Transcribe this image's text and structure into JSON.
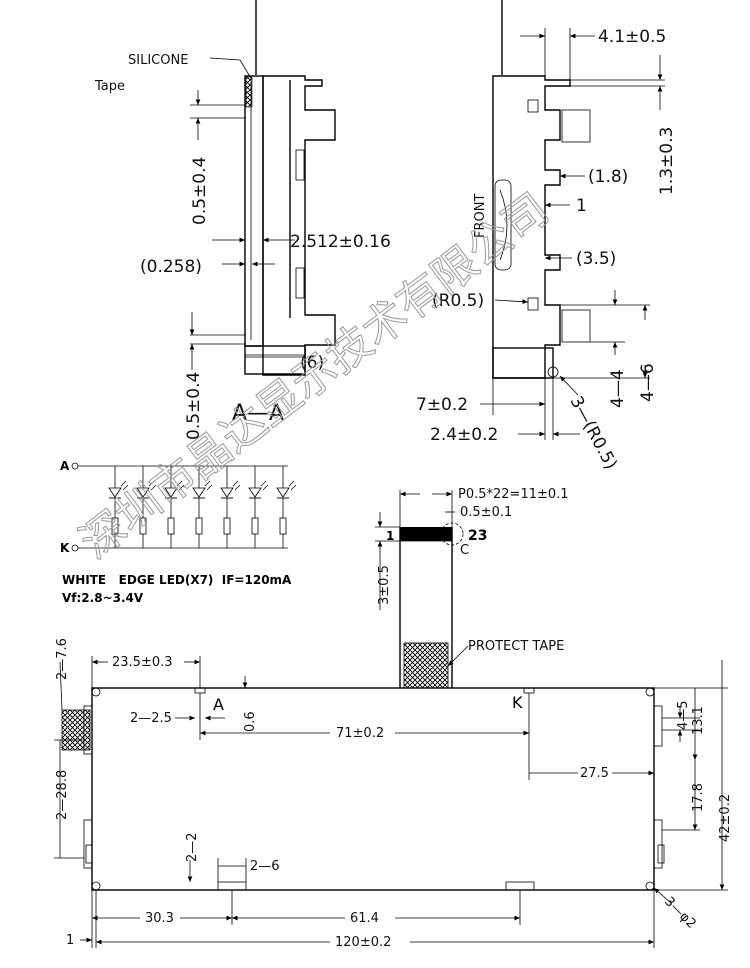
{
  "section_view": {
    "silicone_label": "SILICONE",
    "tape_label": "Tape",
    "dim_thickness": "0.5±0.4",
    "dim_lgp": "2.512±0.16",
    "dim_gap": "(0.258)",
    "dim_6": "(6)",
    "dim_thickness_2": "0.5±0.4",
    "section_label": "A—A"
  },
  "side_view": {
    "dim_top": "4.1±0.5",
    "dim_right": "1.3±0.3",
    "dim_18": "(1.8)",
    "dim_1": "1",
    "front_label": "FRONT",
    "dim_35": "(3.5)",
    "dim_r05": "(R0.5)",
    "dim_44": "4—4",
    "dim_46": "4—6",
    "dim_7": "7±0.2",
    "dim_24": "2.4±0.2",
    "dim_3r05": "3—(R0.5)"
  },
  "circuit": {
    "anode_label": "A",
    "cathode_label": "K",
    "led_count": 7,
    "spec_line1": "WHITE   EDGE LED(X7)  IF=120mA",
    "spec_line2": "Vf:2.8~3.4V"
  },
  "fpc": {
    "pitch": "P0.5*22=11±0.1",
    "pin_width": "0.5±0.1",
    "pin_23": "23",
    "pin_1": "1",
    "detail_c": "C",
    "tail_height": "3±0.5",
    "protect_tape": "PROTECT TAPE"
  },
  "front_view": {
    "dim_2_76": "2—7.6",
    "dim_235": "23.5±0.3",
    "label_a": "A",
    "label_k": "K",
    "dim_2_25": "2—2.5",
    "dim_06": "0.6",
    "dim_71": "71±0.2",
    "dim_275": "27.5",
    "dim_2_288": "2—28.8",
    "dim_45": "4—5",
    "dim_131": "13.1",
    "dim_178": "17.8",
    "dim_42": "42±0.2",
    "dim_2_2": "2—2",
    "dim_2_6": "2—6",
    "dim_303": "30.3",
    "dim_614": "61.4",
    "dim_3_phi2": "3—φ2",
    "dim_1": "1",
    "dim_120": "120±0.2"
  },
  "watermark": "深圳市晶达显示技术有限公司"
}
